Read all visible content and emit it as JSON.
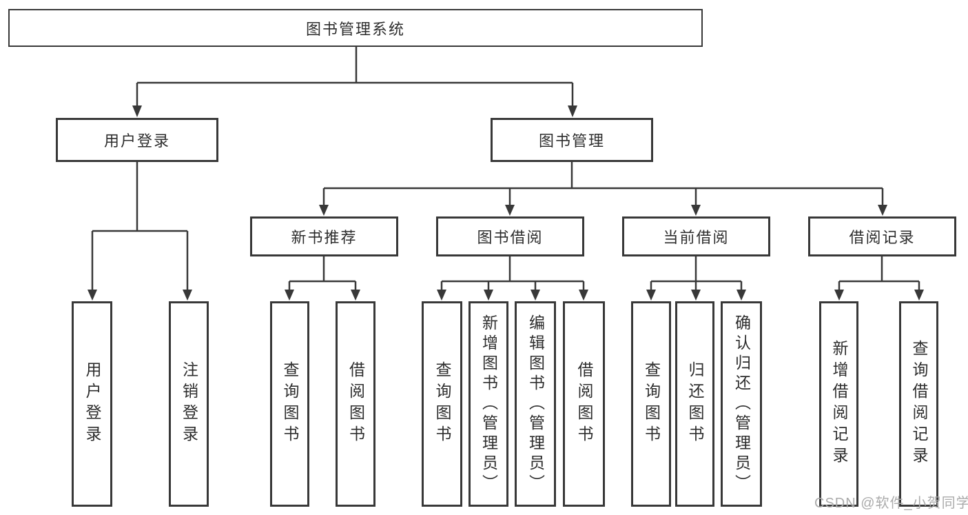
{
  "diagram": {
    "root": {
      "label": "图书管理系统"
    },
    "user_login": {
      "label": "用户登录",
      "children": [
        {
          "label": "用户登录"
        },
        {
          "label": "注销登录"
        }
      ]
    },
    "book_mgmt": {
      "label": "图书管理",
      "sections": [
        {
          "label": "新书推荐",
          "children": [
            {
              "label": "查询图书"
            },
            {
              "label": "借阅图书"
            }
          ]
        },
        {
          "label": "图书借阅",
          "children": [
            {
              "label": "查询图书"
            },
            {
              "label": "新增图书（管理员）"
            },
            {
              "label": "编辑图书（管理员）"
            },
            {
              "label": "借阅图书"
            }
          ]
        },
        {
          "label": "当前借阅",
          "children": [
            {
              "label": "查询图书"
            },
            {
              "label": "归还图书"
            },
            {
              "label": "确认归还（管理员）"
            }
          ]
        },
        {
          "label": "借阅记录",
          "children": [
            {
              "label": "新增借阅记录"
            },
            {
              "label": "查询借阅记录"
            }
          ]
        }
      ]
    }
  },
  "watermark": "CSDN @软件_小贺同学",
  "colors": {
    "line": "#383838",
    "text": "#2d2d2d",
    "watermark": "#ababab",
    "background": "#ffffff"
  }
}
